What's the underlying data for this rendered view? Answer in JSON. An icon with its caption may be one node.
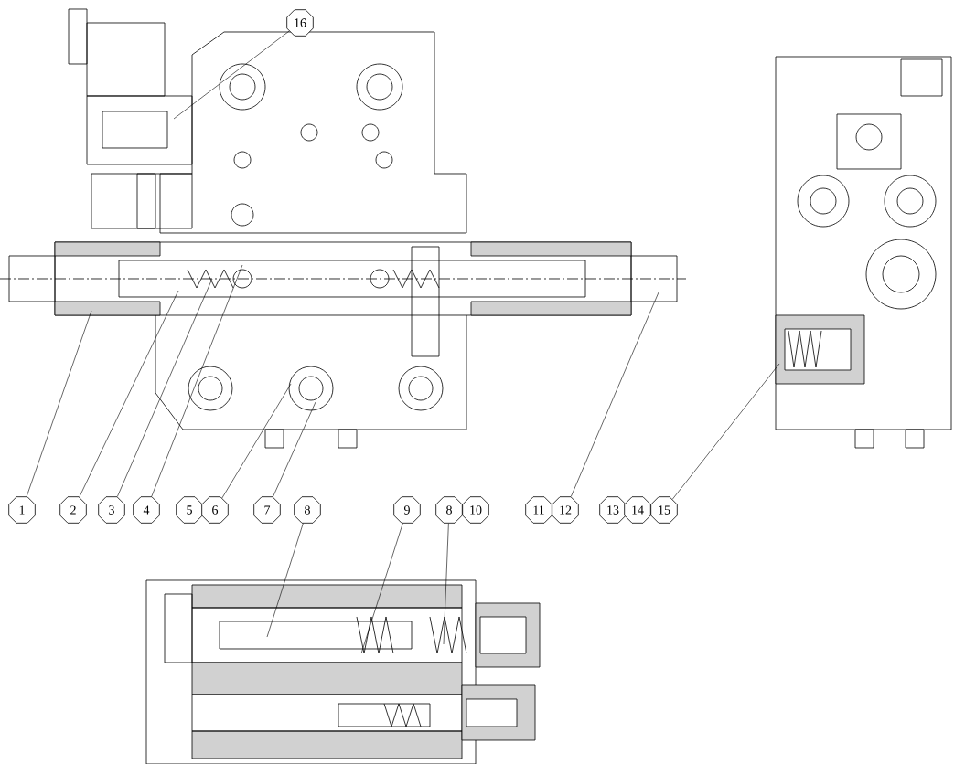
{
  "diagram": {
    "nodes": [
      {
        "text": [
          "1"
        ]
      },
      {
        "text": [
          "2"
        ]
      },
      {
        "text": [
          "3"
        ]
      },
      {
        "text": [
          "4"
        ]
      },
      {
        "text": [
          "5"
        ]
      },
      {
        "text": [
          "6"
        ]
      },
      {
        "text": [
          "7"
        ]
      },
      {
        "text": [
          "8"
        ]
      },
      {
        "text": [
          "9"
        ]
      },
      {
        "text": [
          "8"
        ]
      },
      {
        "text": [
          "10"
        ]
      },
      {
        "text": [
          "11"
        ]
      },
      {
        "text": [
          "12"
        ]
      },
      {
        "text": [
          "13"
        ]
      },
      {
        "text": [
          "14"
        ]
      },
      {
        "text": [
          "15"
        ]
      },
      {
        "text": [
          "16"
        ]
      }
    ],
    "edges": [
      {
        "from": 0,
        "to": null,
        "arrow": "none"
      },
      {
        "from": 1,
        "to": null,
        "arrow": "none"
      },
      {
        "from": 2,
        "to": null,
        "arrow": "none"
      },
      {
        "from": 3,
        "to": null,
        "arrow": "none"
      },
      {
        "from": 5,
        "to": null,
        "arrow": "none"
      },
      {
        "from": 6,
        "to": null,
        "arrow": "none"
      },
      {
        "from": 7,
        "to": null,
        "arrow": "none"
      },
      {
        "from": 8,
        "to": null,
        "arrow": "none"
      },
      {
        "from": 9,
        "to": null,
        "arrow": "none"
      },
      {
        "from": 12,
        "to": null,
        "arrow": "none"
      },
      {
        "from": 15,
        "to": null,
        "arrow": "none"
      },
      {
        "from": 16,
        "to": null,
        "arrow": "none"
      }
    ]
  }
}
